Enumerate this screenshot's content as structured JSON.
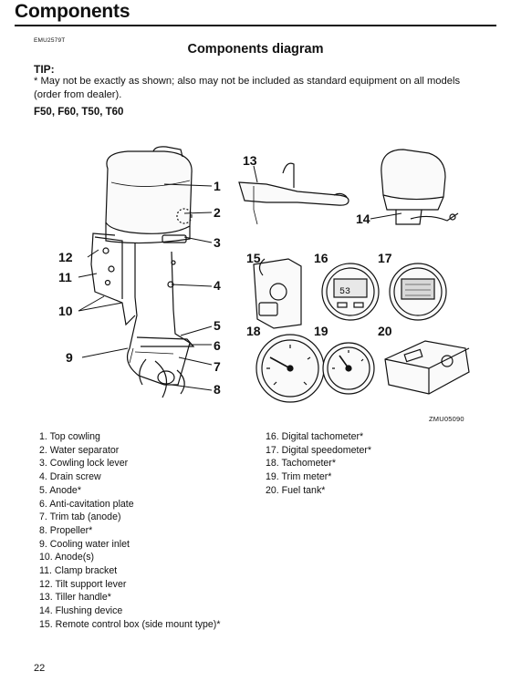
{
  "header": {
    "title": "Components"
  },
  "doc_code": "EMU2579T",
  "diagram_title": "Components diagram",
  "tip": {
    "heading": "TIP:",
    "text": "* May not be exactly as shown; also may not be included as standard equipment on all models (order from dealer)."
  },
  "models": "F50, F60, T50, T60",
  "figure": {
    "code": "ZMU05090",
    "callouts": [
      "1",
      "2",
      "3",
      "4",
      "5",
      "6",
      "7",
      "8",
      "9",
      "10",
      "11",
      "12",
      "13",
      "14",
      "15",
      "16",
      "17",
      "18",
      "19",
      "20"
    ],
    "gauge_readout": "53"
  },
  "components_left": [
    "1. Top cowling",
    "2. Water separator",
    "3. Cowling lock lever",
    "4. Drain screw",
    "5. Anode*",
    "6. Anti-cavitation plate",
    "7. Trim tab (anode)",
    "8. Propeller*",
    "9. Cooling water inlet",
    "10. Anode(s)",
    "11. Clamp bracket",
    "12. Tilt support lever",
    "13. Tiller handle*",
    "14. Flushing device",
    "15. Remote control box (side mount type)*"
  ],
  "components_right": [
    "16. Digital tachometer*",
    "17. Digital speedometer*",
    "18. Tachometer*",
    "19. Trim meter*",
    "20. Fuel tank*"
  ],
  "page_number": "22"
}
